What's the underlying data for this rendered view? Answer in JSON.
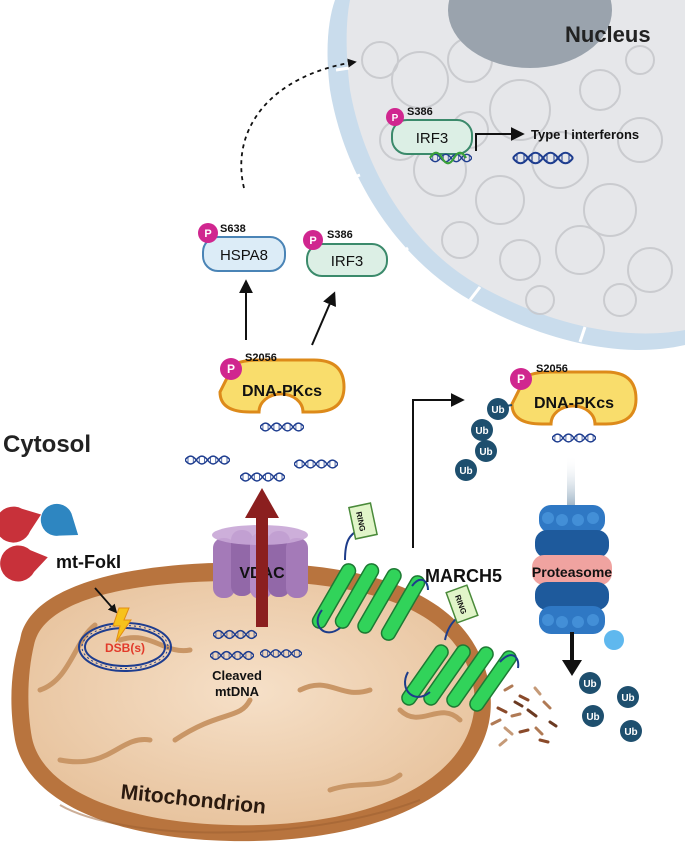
{
  "labels": {
    "nucleus": "Nucleus",
    "cytosol": "Cytosol",
    "mitochondrion": "Mitochondrion",
    "type_i_interferons": "Type I interferons",
    "vdac": "VDAC",
    "cleaved": "Cleaved",
    "mtdna": "mtDNA",
    "march5": "MARCH5",
    "proteasome": "Proteasome",
    "mt_foki": "mt-FokI",
    "dsb": "DSB(s)",
    "ring": "RING"
  },
  "proteins": {
    "irf3_nuclear": {
      "name": "IRF3",
      "site": "S386"
    },
    "hspa8": {
      "name": "HSPA8",
      "site": "S638"
    },
    "irf3_cytosol": {
      "name": "IRF3",
      "site": "S386"
    },
    "dnapkcs_left": {
      "name": "DNA-PKcs",
      "site": "S2056"
    },
    "dnapkcs_right": {
      "name": "DNA-PKcs",
      "site": "S2056"
    }
  },
  "phospho_mark": "P",
  "ubiquitin": "Ub",
  "colors": {
    "nucleus_fill": "#e6e7ea",
    "nucleus_envelope": "#c9dcec",
    "nucleolus": "#9aa3ad",
    "mito_outer": "#b8743e",
    "mito_fill": "#eecfb0",
    "phospho": "#d0268f",
    "dnapkcs_fill": "#f9dd6c",
    "dnapkcs_stroke": "#dd8a1a",
    "irf3_fill": "#dcefe5",
    "irf3_stroke": "#3b8a6b",
    "hspa8_fill": "#dcecf7",
    "hspa8_stroke": "#4a84b6",
    "vdac": "#9b6fb3",
    "march5": "#31d35a",
    "ring_fill": "#e1f5c9",
    "arrow_red": "#8b1f1f",
    "ub": "#1e4f6e",
    "dna": "#1e3d8f",
    "proteasome_blue": "#2f78c4",
    "proteasome_pink": "#f0a3a0",
    "foki_red": "#c8313a",
    "foki_blue": "#2e86c1",
    "dsb_text": "#e23a2a"
  }
}
